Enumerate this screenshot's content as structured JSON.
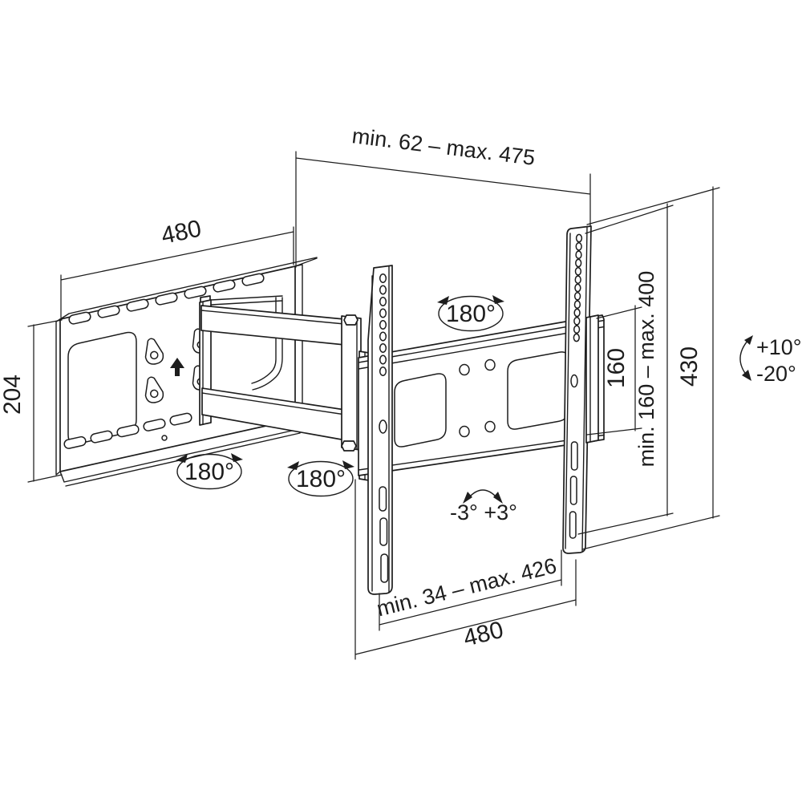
{
  "diagram": {
    "kind": "technical line drawing",
    "subject": "full-motion articulating TV wall mount with dimension annotations",
    "colors": {
      "line": "#1d1d1d",
      "background": "#ffffff"
    }
  },
  "dimensions": {
    "extension_depth": "min. 62 – max. 475",
    "wall_plate_width": "480",
    "wall_plate_height": "204",
    "adapter_height": "160",
    "vesa_vertical_range": "min. 160 – max. 400",
    "tv_plate_height": "430",
    "vesa_horizontal_range": "min. 34 – max. 426",
    "tv_plate_width": "480"
  },
  "angles": {
    "swivel_wall": "180°",
    "swivel_middle": "180°",
    "swivel_tv": "180°",
    "tilt_up": "+10°",
    "tilt_down": "-20°",
    "level_adjustment": "-3° +3°"
  }
}
